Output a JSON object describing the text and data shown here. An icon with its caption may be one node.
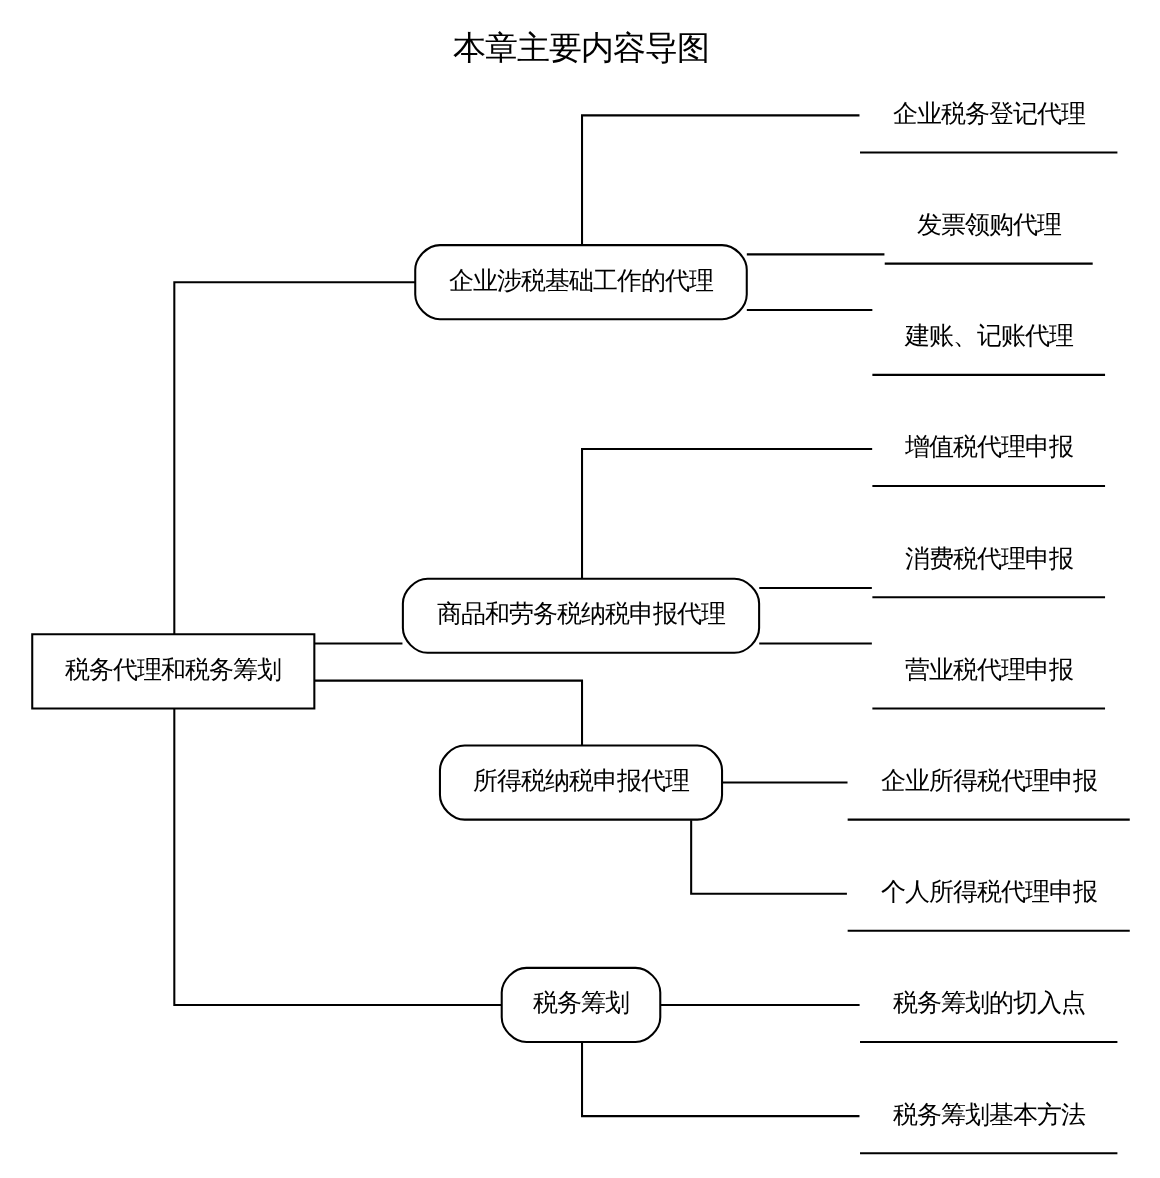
{
  "diagram": {
    "title": "本章主要内容导图",
    "nodes": [
      {
        "text": [
          "税务代理和税务筹划"
        ]
      },
      {
        "text": [
          "企业涉税基础工作的代理"
        ]
      },
      {
        "text": [
          "企业税务登记代理"
        ]
      },
      {
        "text": [
          "发票领购代理"
        ]
      },
      {
        "text": [
          "建账、记账代理"
        ]
      },
      {
        "text": [
          "商品和劳务税纳税申报代理"
        ]
      },
      {
        "text": [
          "增值税代理申报"
        ]
      },
      {
        "text": [
          "消费税代理申报"
        ]
      },
      {
        "text": [
          "营业税代理申报"
        ]
      },
      {
        "text": [
          "所得税纳税申报代理"
        ]
      },
      {
        "text": [
          "企业所得税代理申报"
        ]
      },
      {
        "text": [
          "个人所得税代理申报"
        ]
      },
      {
        "text": [
          "税务筹划"
        ]
      },
      {
        "text": [
          "税务筹划的切入点"
        ]
      },
      {
        "text": [
          "税务筹划基本方法"
        ]
      }
    ],
    "edges": [
      {
        "from": 0,
        "to": 1,
        "arrow": "none"
      },
      {
        "from": 1,
        "to": 2,
        "arrow": "none"
      },
      {
        "from": 1,
        "to": 3,
        "arrow": "none"
      },
      {
        "from": 1,
        "to": 4,
        "arrow": "none"
      },
      {
        "from": 0,
        "to": 5,
        "arrow": "none"
      },
      {
        "from": 5,
        "to": 6,
        "arrow": "none"
      },
      {
        "from": 5,
        "to": 7,
        "arrow": "none"
      },
      {
        "from": 5,
        "to": 8,
        "arrow": "none"
      },
      {
        "from": 0,
        "to": 9,
        "arrow": "none"
      },
      {
        "from": 9,
        "to": 10,
        "arrow": "none"
      },
      {
        "from": 9,
        "to": 11,
        "arrow": "none"
      },
      {
        "from": 0,
        "to": 12,
        "arrow": "none"
      },
      {
        "from": 12,
        "to": 13,
        "arrow": "none"
      },
      {
        "from": 12,
        "to": 14,
        "arrow": "none"
      }
    ]
  }
}
